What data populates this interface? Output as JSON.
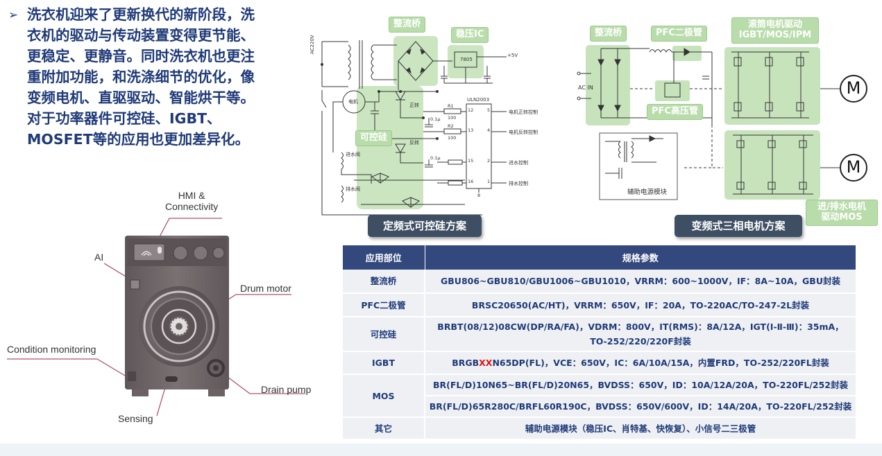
{
  "intro": {
    "bullet": "➢",
    "lines": [
      "洗衣机迎来了更新换代的新阶段，洗",
      "衣机的驱动与传动装置变得更节能、",
      "更稳定、更静音。同时洗衣机也更注",
      "重附加功能，和洗涤细节的优化，像",
      "变频电机、直驱驱动、智能烘干等。",
      "对于功率器件可控硅、IGBT、",
      "MOSFET等的应用也更加差异化。"
    ]
  },
  "washer": {
    "callouts": {
      "hmi": [
        "HMI &",
        "Connectivity"
      ],
      "ai": "AI",
      "drum_motor": "Drum motor",
      "condition": "Condition monitoring",
      "drain_pump": "Drain pump",
      "sensing": "Sensing"
    }
  },
  "fixed_scheme": {
    "title": "定频式可控硅方案",
    "tags": {
      "rectifier": "整流桥",
      "regulator": "稳压IC",
      "scr": "可控硅"
    },
    "labels": {
      "ac": "AC220V",
      "motor": "电机",
      "plus5v": "+5V",
      "ic7805": "7805",
      "uln": "ULN2003",
      "inlet_valve": "进水阀",
      "drain_valve": "排水阀",
      "forward": "正转",
      "reverse": "反转",
      "r1": "R1",
      "r2": "R2",
      "r_val": "100",
      "cap": "0.1μ",
      "pin12": "12",
      "pin13": "13",
      "pin15": "15",
      "pin16": "16",
      "pin5": "5",
      "pin4": "4",
      "pin2": "2",
      "pin1": "1",
      "pin8": "8",
      "out_fwd": "电机正转控制",
      "out_rev": "电机反转控制",
      "out_in": "进水控制",
      "out_drain": "排水控制"
    }
  },
  "vf_scheme": {
    "title": "变频式三相电机方案",
    "tags": {
      "rectifier": "整流桥",
      "pfc_diode": "PFC二极管",
      "drum_drive": "滚筒电机驱动\nIGBT/MOS/IPM",
      "pfc_hv": "PFC高压管",
      "pump_drive": "进/排水电机\n驱动MOS"
    },
    "labels": {
      "acin": "AC IN",
      "aux": "辅助电源模块",
      "motor": "M"
    }
  },
  "table": {
    "headers": [
      "应用部位",
      "规格参数"
    ],
    "rows": [
      {
        "part": "整流桥",
        "specs": [
          "GBU806~GBU810/GBU1006~GBU1010，VRRM：600~1000V，IF：8A~10A，GBU封装"
        ]
      },
      {
        "part": "PFC二极管",
        "specs": [
          "BRSC20650(AC/HT)，VRRM：650V，IF：20A，TO-220AC/TO-247-2L封装"
        ]
      },
      {
        "part": "可控硅",
        "specs": [
          "BRBT(08/12)08CW(DP/RA/FA)，VDRM：800V，IT(RMS)：8A/12A，IGT(Ⅰ-Ⅱ-Ⅲ)：35mA，",
          "TO-252/220/220F封装"
        ]
      },
      {
        "part": "IGBT",
        "specs_pre": "BRGB",
        "specs_red": "XX",
        "specs_post": "N65DP(FL)，VCE：650V，IC：6A/10A/15A，内置FRD，TO-252/220FL封装"
      },
      {
        "part": "MOS",
        "specs": [
          "BR(FL/D)10N65~BR(FL/D)20N65，BVDSS：650V，ID：10A/12A/20A，TO-220FL/252封装",
          "BR(FL/D)65R280C/BRFL60R190C，BVDSS：650V/600V，ID：14A/20A，TO-220FL/252封装"
        ]
      },
      {
        "part": "其它",
        "specs": [
          "辅助电源模块（稳压IC、肖特基、快恢复）、小信号二三极管"
        ]
      }
    ]
  }
}
